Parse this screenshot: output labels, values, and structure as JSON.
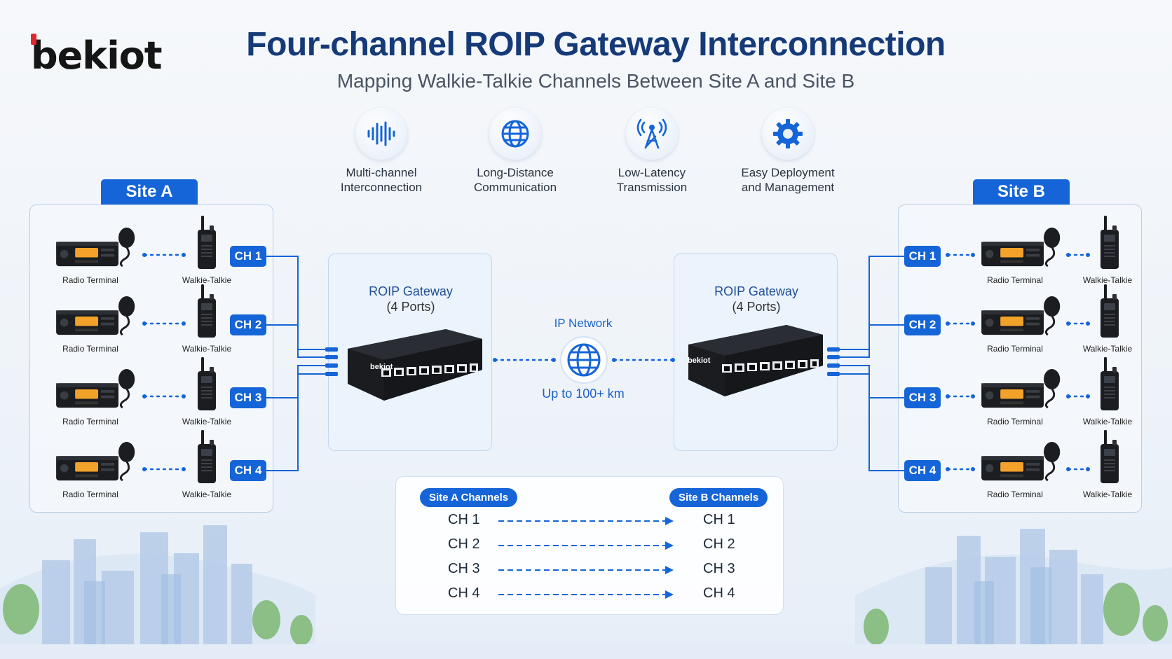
{
  "brand": {
    "logo_text": "bekiot",
    "mark_color": "#e4262b"
  },
  "header": {
    "title": "Four-channel ROIP Gateway Interconnection",
    "subtitle": "Mapping Walkie-Talkie Channels Between Site A and Site B"
  },
  "features": [
    {
      "icon": "sound-wave-icon",
      "line1": "Multi-channel",
      "line2": "Interconnection"
    },
    {
      "icon": "globe-icon",
      "line1": "Long-Distance",
      "line2": "Communication"
    },
    {
      "icon": "radio-tower-icon",
      "line1": "Low-Latency",
      "line2": "Transmission"
    },
    {
      "icon": "gear-icon",
      "line1": "Easy Deployment",
      "line2": "and Management"
    }
  ],
  "site_a": {
    "title": "Site A",
    "channels": [
      "CH 1",
      "CH 2",
      "CH 3",
      "CH 4"
    ],
    "radio_label": "Radio Terminal",
    "walkie_label": "Walkie-Talkie"
  },
  "site_b": {
    "title": "Site B",
    "channels": [
      "CH 1",
      "CH 2",
      "CH 3",
      "CH 4"
    ],
    "radio_label": "Radio Terminal",
    "walkie_label": "Walkie-Talkie"
  },
  "gateway_left": {
    "title": "ROIP Gateway",
    "subtitle": "(4 Ports)",
    "device_brand": "bekiot"
  },
  "gateway_right": {
    "title": "ROIP Gateway",
    "subtitle": "(4 Ports)",
    "device_brand": "bekiot"
  },
  "network": {
    "label": "IP Network",
    "range": "Up to 100+ km"
  },
  "mapping": {
    "left_header": "Site A Channels",
    "right_header": "Site B Channels",
    "rows": [
      {
        "from": "CH 1",
        "to": "CH 1"
      },
      {
        "from": "CH 2",
        "to": "CH 2"
      },
      {
        "from": "CH 3",
        "to": "CH 3"
      },
      {
        "from": "CH 4",
        "to": "CH 4"
      }
    ]
  },
  "colors": {
    "accent": "#1565d8",
    "title": "#163a78"
  }
}
